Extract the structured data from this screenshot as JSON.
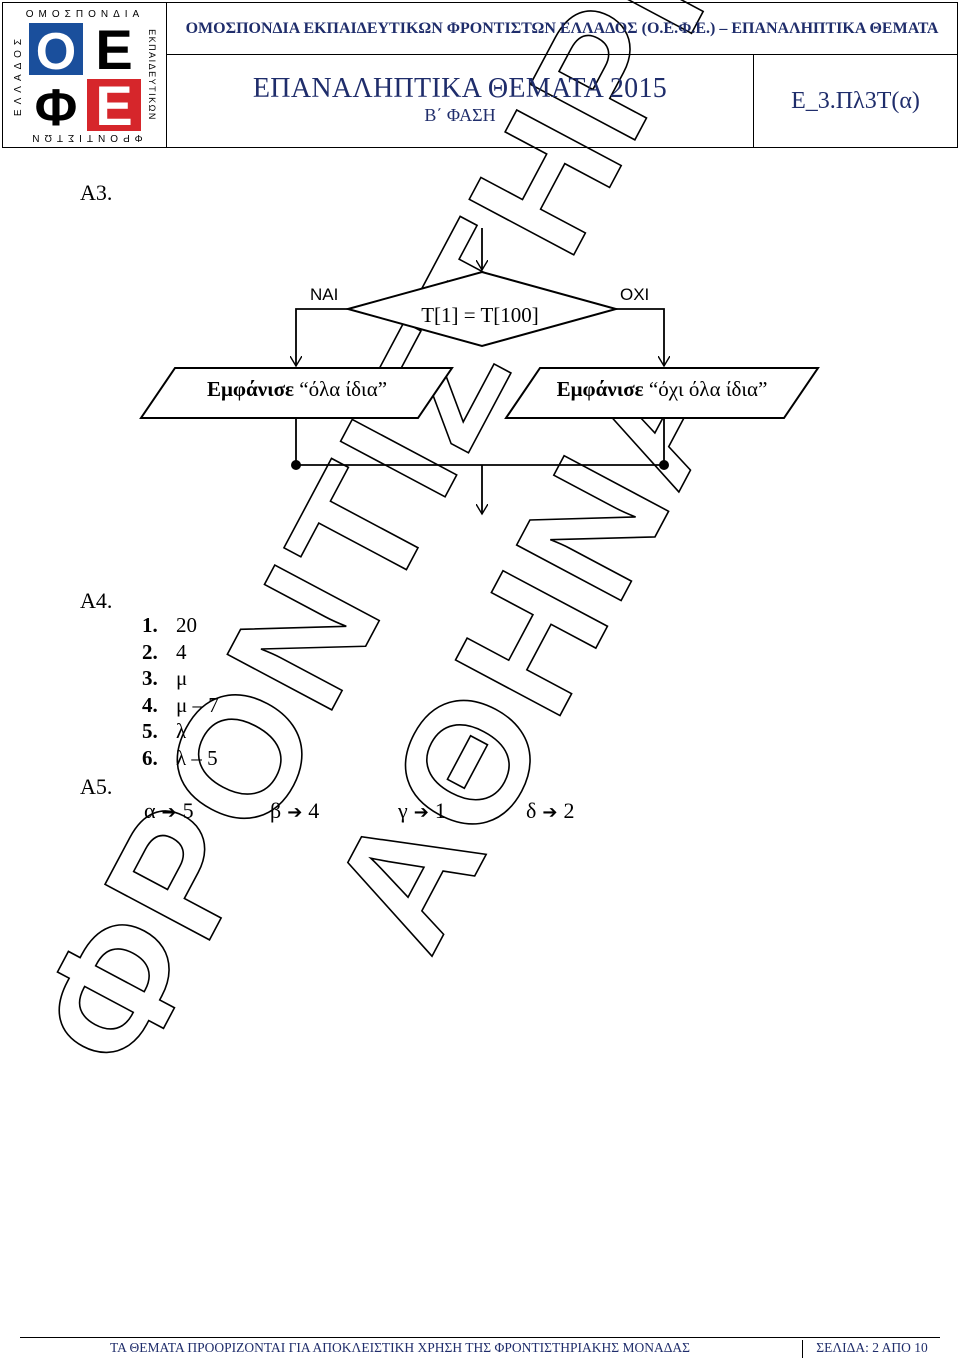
{
  "header": {
    "logo_letters": [
      "Ο",
      "Ε",
      "Φ",
      "Ε"
    ],
    "logo_ring_top": "ΟΜΟΣΠΟΝΔΙΑ",
    "logo_ring_right": "ΕΚΠΑΙΔΕΥΤΙΚΩΝ",
    "logo_ring_bottom": "ΦΡΟΝΤΙΣΤΩΝ",
    "logo_ring_left": "ΕΛΛΑΔΟΣ",
    "org_line": "ΟΜΟΣΠΟΝΔΙΑ ΕΚΠΑΙΔΕΥΤΙΚΩΝ ΦΡΟΝΤΙΣΤΩΝ ΕΛΛΑΔΟΣ (Ο.Ε.Φ.Ε.) – ΕΠΑΝΑΛΗΠΤΙΚΑ ΘΕΜΑΤΑ",
    "title": "ΕΠΑΝΑΛΗΠΤΙΚΑ ΘΕΜΑΤΑ 2015",
    "subtitle": "Β΄ ΦΑΣΗ",
    "code": "Ε_3.Πλ3Τ(α)",
    "logo_colors": {
      "blue": "#1a4f9c",
      "red": "#d6262b"
    }
  },
  "a3": {
    "label": "Α3.",
    "decision": "Τ[1] = Τ[100]",
    "yes_label": "ΝΑΙ",
    "no_label": "ΟΧΙ",
    "left_box": {
      "keyword": "Εμφάνισε",
      "text": "“όλα ίδια”"
    },
    "right_box": {
      "keyword": "Εμφάνισε",
      "text": "“όχι όλα ίδια”"
    }
  },
  "a4": {
    "label": "Α4.",
    "items": [
      {
        "num": "1.",
        "value": "20"
      },
      {
        "num": "2.",
        "value": "4"
      },
      {
        "num": "3.",
        "value": "μ"
      },
      {
        "num": "4.",
        "value": "μ – 7"
      },
      {
        "num": "5.",
        "value": "λ"
      },
      {
        "num": "6.",
        "value": "λ – 5"
      }
    ]
  },
  "a5": {
    "label": "Α5.",
    "pairs": [
      {
        "left": "α",
        "right": "5"
      },
      {
        "left": "β",
        "right": "4"
      },
      {
        "left": "γ",
        "right": "1"
      },
      {
        "left": "δ",
        "right": "2"
      }
    ]
  },
  "watermark": {
    "line1": "ΦΡΟΝΤΙΣΤΗΡΙΟ",
    "line2": "ΑΘΗΝΑ"
  },
  "footer": {
    "left": "ΤΑ ΘΕΜΑΤΑ ΠΡΟΟΡΙΖΟΝΤΑΙ ΓΙΑ ΑΠΟΚΛΕΙΣΤΙΚΗ ΧΡΗΣΗ ΤΗΣ ΦΡΟΝΤΙΣΤΗΡΙΑΚΗΣ ΜΟΝΑΔΑΣ",
    "right": "ΣΕΛΙΔΑ: 2 ΑΠΟ 10"
  }
}
